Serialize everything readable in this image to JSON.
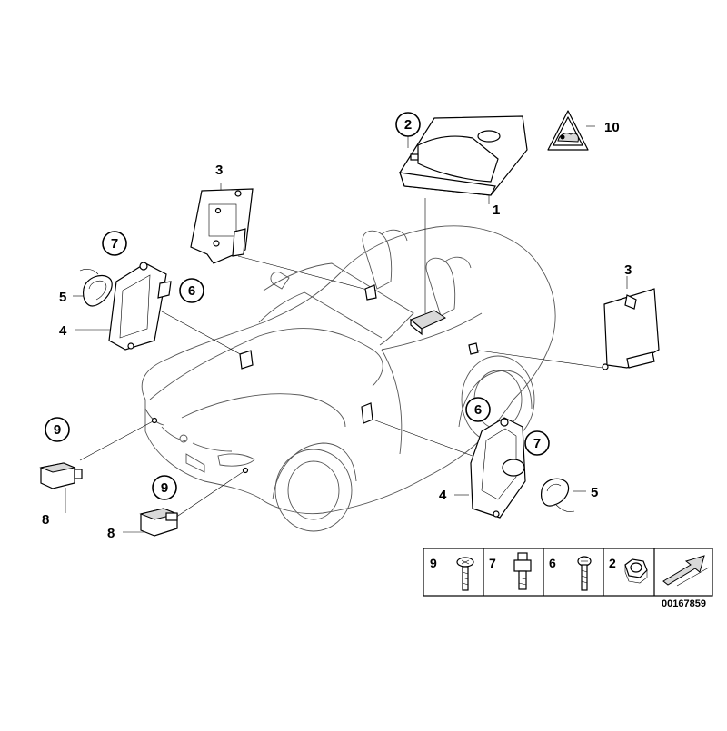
{
  "labels": {
    "l1": "1",
    "l2": "2",
    "l3a": "3",
    "l3b": "3",
    "l4a": "4",
    "l4b": "4",
    "l5a": "5",
    "l5b": "5",
    "l6a": "6",
    "l6b": "6",
    "l7a": "7",
    "l7b": "7",
    "l8a": "8",
    "l8b": "8",
    "l9a": "9",
    "l9b": "9",
    "l10": "10"
  },
  "legend": {
    "items": [
      "9",
      "7",
      "6",
      "2"
    ]
  },
  "reference_number": "00167859"
}
